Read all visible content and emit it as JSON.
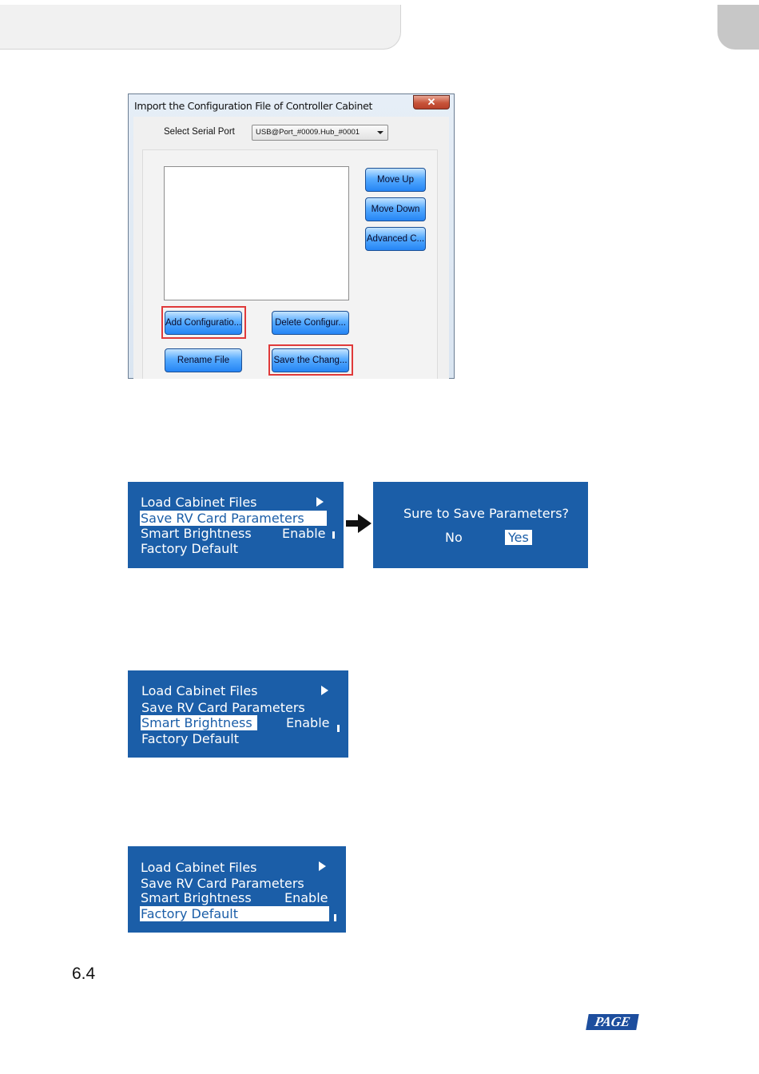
{
  "dialog": {
    "title": "Import the Configuration File of Controller Cabinet",
    "close_glyph": "✕",
    "serial_port_label": "Select Serial Port",
    "serial_port_value": "USB@Port_#0009.Hub_#0001",
    "buttons": {
      "move_up": "Move Up",
      "move_down": "Move Down",
      "advanced": "Advanced C...",
      "add_config": "Add Configuratio...",
      "delete_config": "Delete Configur...",
      "rename_file": "Rename File",
      "save_changes": "Save the Chang..."
    }
  },
  "lcd_menu_items": {
    "load": "Load Cabinet Files",
    "save": "Save RV Card Parameters",
    "smart": "Smart Brightness",
    "smart_value": "Enable",
    "factory": "Factory Default"
  },
  "confirm": {
    "question": "Sure to Save Parameters?",
    "no": "No",
    "yes": "Yes"
  },
  "section_number": "6.4",
  "logo_text": "PAGE",
  "colors": {
    "lcd_background": "#1b5ea8",
    "highlight_frame": "#e03a3a",
    "button_blue": "#2585f5"
  }
}
